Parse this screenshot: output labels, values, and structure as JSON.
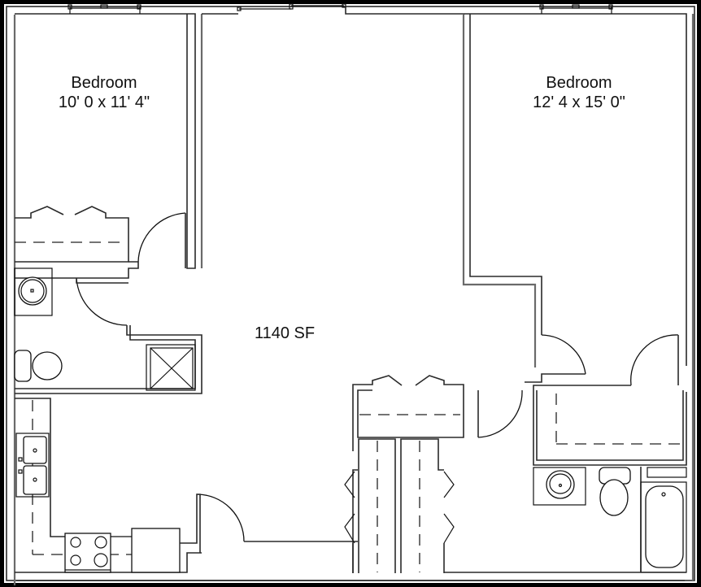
{
  "plan": {
    "total_area": "1140 SF",
    "rooms": [
      {
        "name": "Bedroom",
        "dimensions": "10' 0 x 11' 4\""
      },
      {
        "name": "Bedroom",
        "dimensions": "12' 4 x 15' 0\""
      }
    ],
    "fixtures": [
      "closet-bifold-doors",
      "bathroom-sink",
      "toilet",
      "shower-stall",
      "kitchen-double-sink",
      "range-4-burner",
      "refrigerator",
      "bathtub",
      "linen-closets",
      "swing-doors",
      "windows"
    ],
    "colors": {
      "line": "#111111",
      "frame": "#000000",
      "background": "#ffffff"
    }
  }
}
